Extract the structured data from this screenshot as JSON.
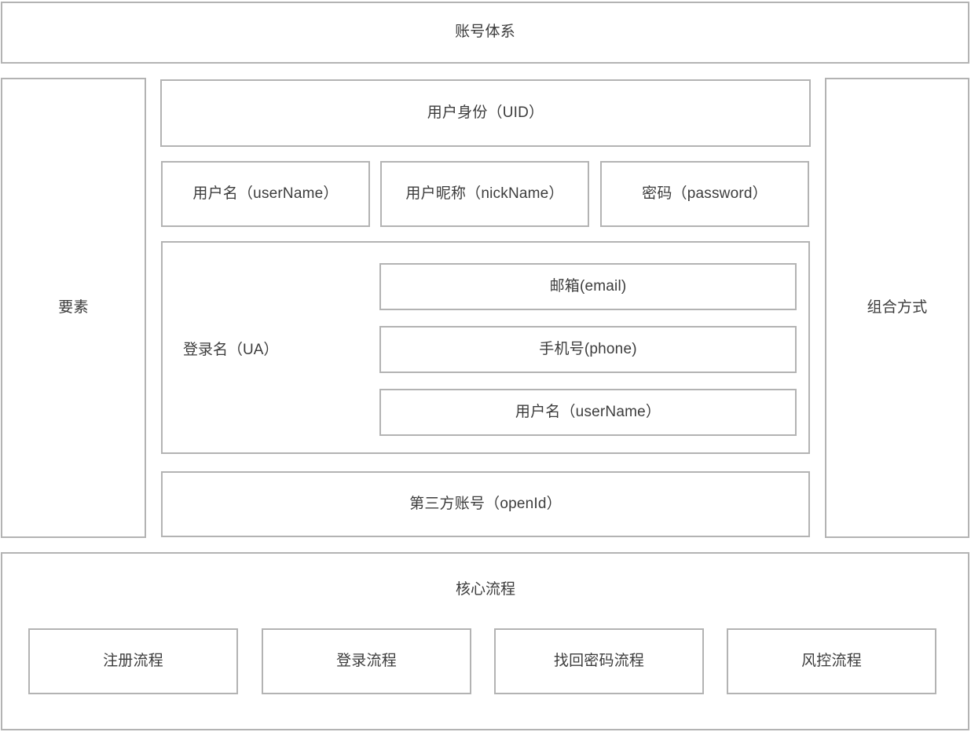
{
  "diagram": {
    "title": "账号体系",
    "sections": {
      "elements_label": "要素",
      "composition_label": "组合方式",
      "core_flow_title": "核心流程"
    },
    "identity": {
      "uid": "用户身份（UID）"
    },
    "basic_fields": [
      {
        "label": "用户名（userName）"
      },
      {
        "label": "用户昵称（nickName）"
      },
      {
        "label": "密码（password）"
      }
    ],
    "login_name": {
      "label": "登录名（UA）",
      "options": [
        {
          "label": "邮箱(email)"
        },
        {
          "label": "手机号(phone)"
        },
        {
          "label": "用户名（userName）"
        }
      ]
    },
    "third_party": {
      "label": "第三方账号（openId）"
    },
    "core_flows": [
      {
        "label": "注册流程"
      },
      {
        "label": "登录流程"
      },
      {
        "label": "找回密码流程"
      },
      {
        "label": "风控流程"
      }
    ],
    "colors": {
      "border": "#b3b3b3",
      "background": "#ffffff",
      "text": "#3c3c3c"
    }
  }
}
